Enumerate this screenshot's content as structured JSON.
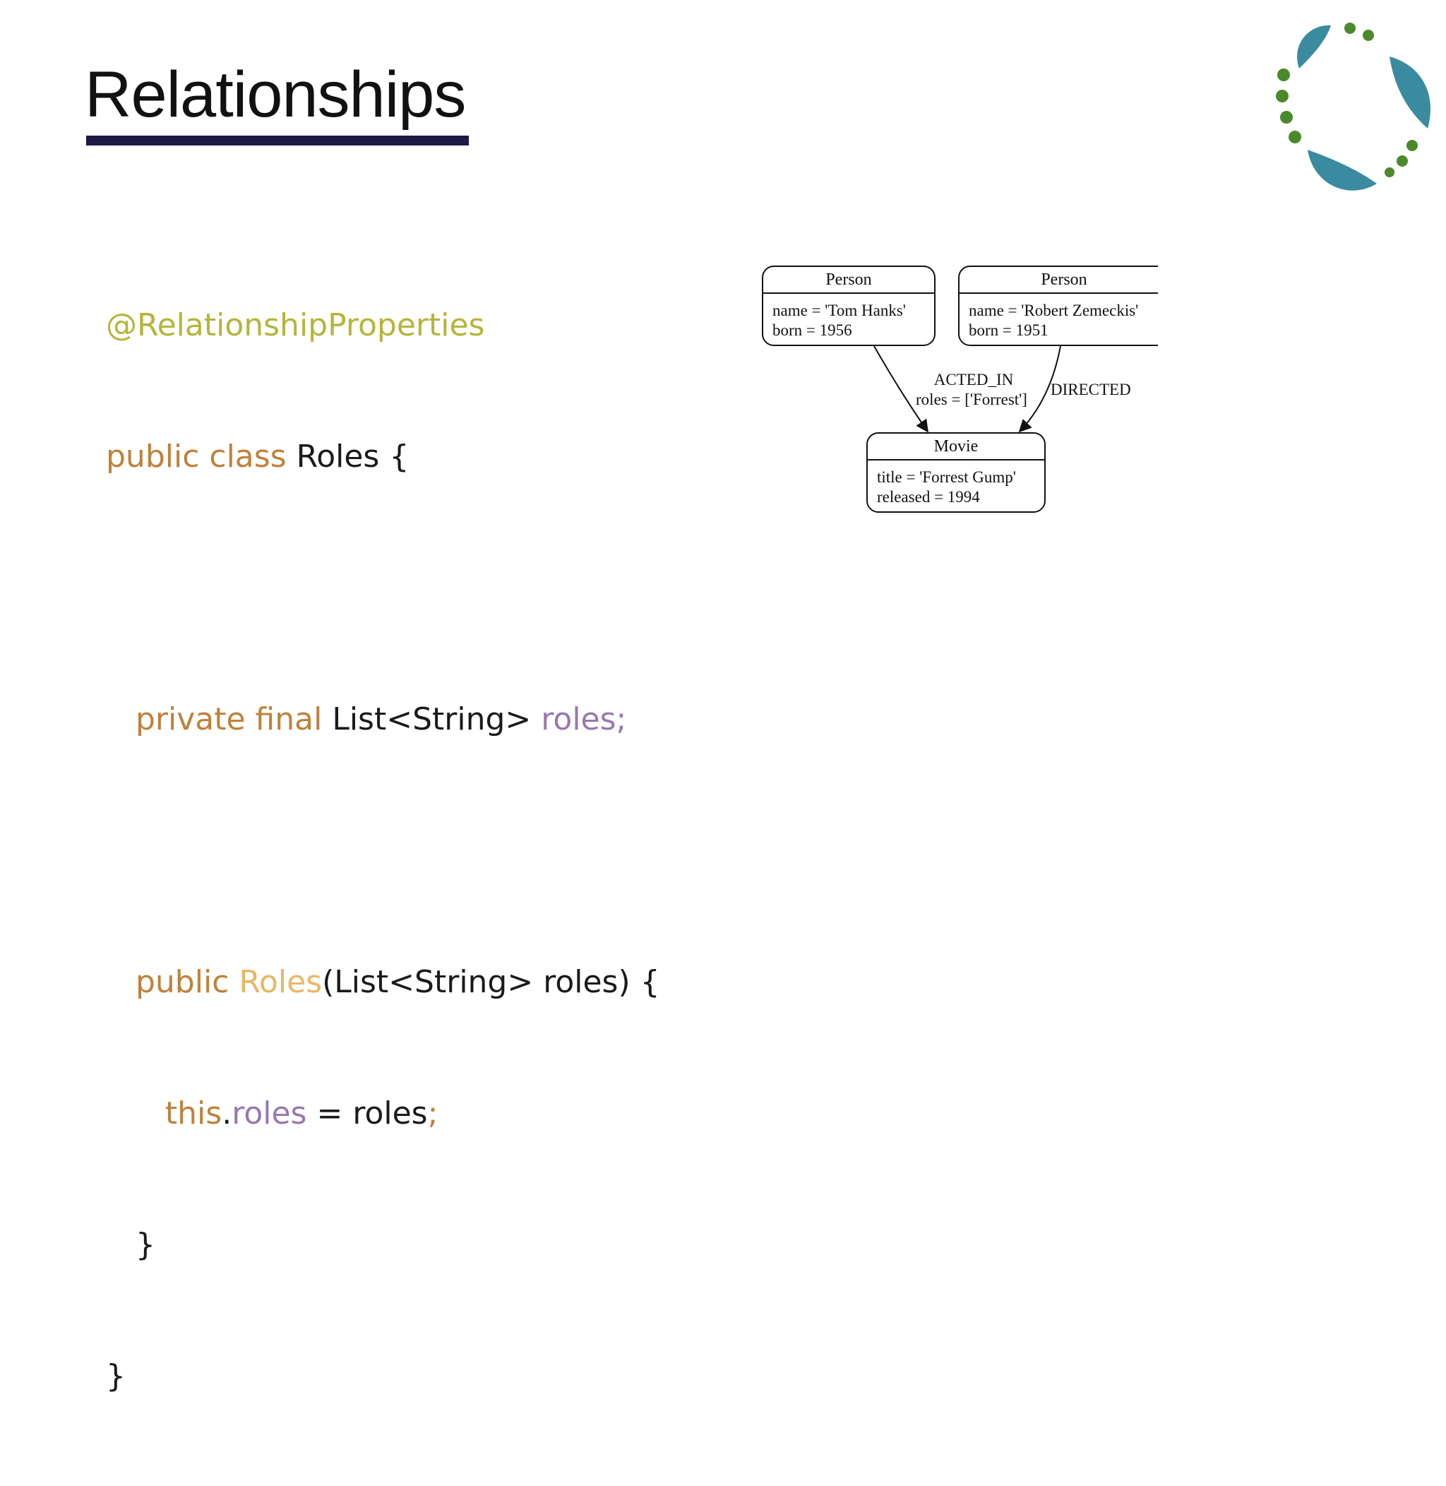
{
  "slide": {
    "title": "Relationships"
  },
  "code": {
    "annotation": "@RelationshipProperties",
    "class_decl": {
      "keyword": "public class",
      "name": "Roles",
      "open_brace": "{"
    },
    "field_decl": {
      "keyword": "private final",
      "type": "List<String>",
      "name": "roles",
      "semicolon": ";"
    },
    "ctor_decl": {
      "keyword": "public",
      "name": "Roles",
      "params": "(List<String> roles) {"
    },
    "assign_stmt": {
      "this_kw": "this",
      "dot": ".",
      "field": "roles",
      "rhs": " = roles",
      "semicolon": ";"
    },
    "close_inner": "}",
    "close_outer": "}"
  },
  "diagram": {
    "nodes": [
      {
        "label": "Person",
        "props": [
          "name = 'Tom Hanks'",
          "born = 1956"
        ]
      },
      {
        "label": "Person",
        "props": [
          "name = 'Robert Zemeckis'",
          "born = 1951"
        ]
      },
      {
        "label": "Movie",
        "props": [
          "title = 'Forrest Gump'",
          "released = 1994"
        ]
      }
    ],
    "edges": [
      {
        "type": "ACTED_IN",
        "props": [
          "roles = ['Forrest']"
        ]
      },
      {
        "type": "DIRECTED",
        "props": []
      }
    ]
  },
  "logo": {
    "icon": "leaf-circle-logo",
    "colors": {
      "leaf": "#3a8ba0",
      "dot": "#4a8a2a"
    }
  }
}
